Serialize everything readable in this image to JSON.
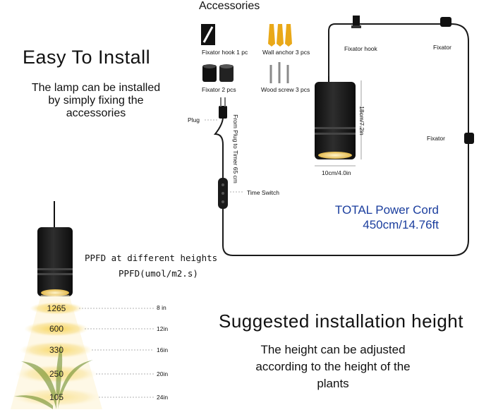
{
  "accessories": {
    "heading": "Accessories",
    "fixator_hook": "Fixator hook 1 pc",
    "wall_anchor": "Wall anchor 3 pcs",
    "fixator": "Fixator 2 pcs",
    "wood_screw": "Wood screw 3 pcs"
  },
  "install": {
    "title": "Easy To Install",
    "body_line1": "The lamp can be installed",
    "body_line2": "by simply fixing the",
    "body_line3": "accessories"
  },
  "diagram": {
    "fixator_hook_label": "Fixator hook",
    "fixator_top_label": "Fixator",
    "fixator_side_label": "Fixator",
    "plug_label": "Plug",
    "plug_to_timer": "From Plug to Timer 65 cm",
    "time_switch": "Time Switch",
    "height_dim": "18cm/7.2in",
    "width_dim": "10cm/4.0in",
    "total_line1": "TOTAL Power Cord",
    "total_line2": "450cm/14.76ft"
  },
  "ppfd": {
    "title": "PPFD at different heights",
    "unit": "PPFD(umol/m2.s)",
    "rows": [
      {
        "value": "1265",
        "height": "8 in"
      },
      {
        "value": "600",
        "height": "12in"
      },
      {
        "value": "330",
        "height": "16in"
      },
      {
        "value": "250",
        "height": "20in"
      },
      {
        "value": "105",
        "height": "24in"
      }
    ]
  },
  "suggested": {
    "title": "Suggested installation height",
    "body_line1": "The height can be adjusted",
    "body_line2": "according to the height of the",
    "body_line3": "plants"
  },
  "colors": {
    "lamp": "#1a1a1a",
    "light": "#f6d04b",
    "total_text": "#1b3e9e"
  }
}
